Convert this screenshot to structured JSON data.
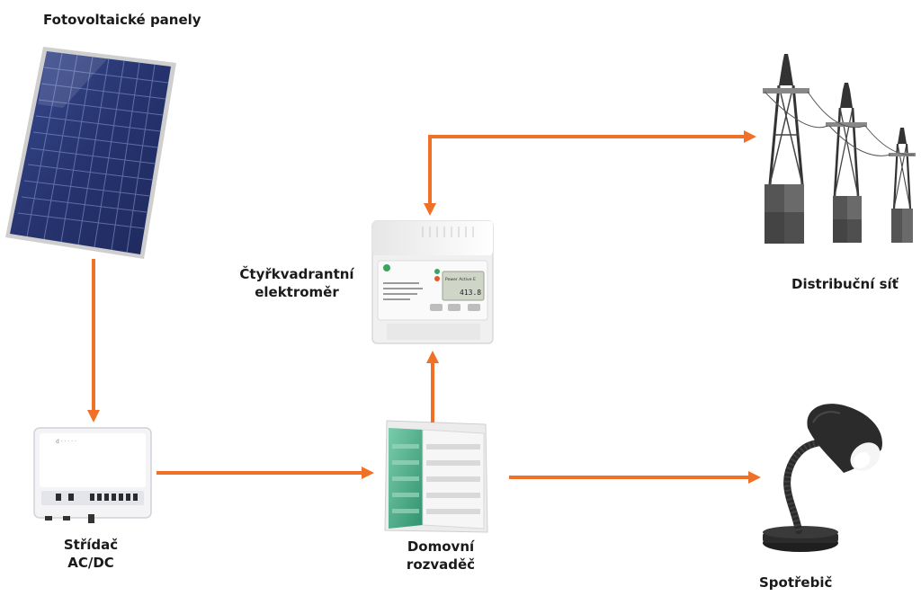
{
  "labels": {
    "solar_panels": "Fotovoltaické panely",
    "inverter_line1": "Střídač",
    "inverter_line2": "AC/DC",
    "meter_line1": "Čtyřkvadrantní",
    "meter_line2": "elektroměr",
    "distribution_board_line1": "Domovní",
    "distribution_board_line2": "rozvaděč",
    "grid": "Distribuční síť",
    "appliance": "Spotřebič"
  },
  "meter_display": {
    "top_line": "Power Active E",
    "value": "413.8"
  },
  "colors": {
    "arrow": "#f07028",
    "panel_cell": "#2a3a78",
    "panel_frame": "#c8c8c8",
    "board_door": "#2fa07a",
    "tower_base": "#4a4a4a",
    "lamp": "#2b2b2b"
  }
}
